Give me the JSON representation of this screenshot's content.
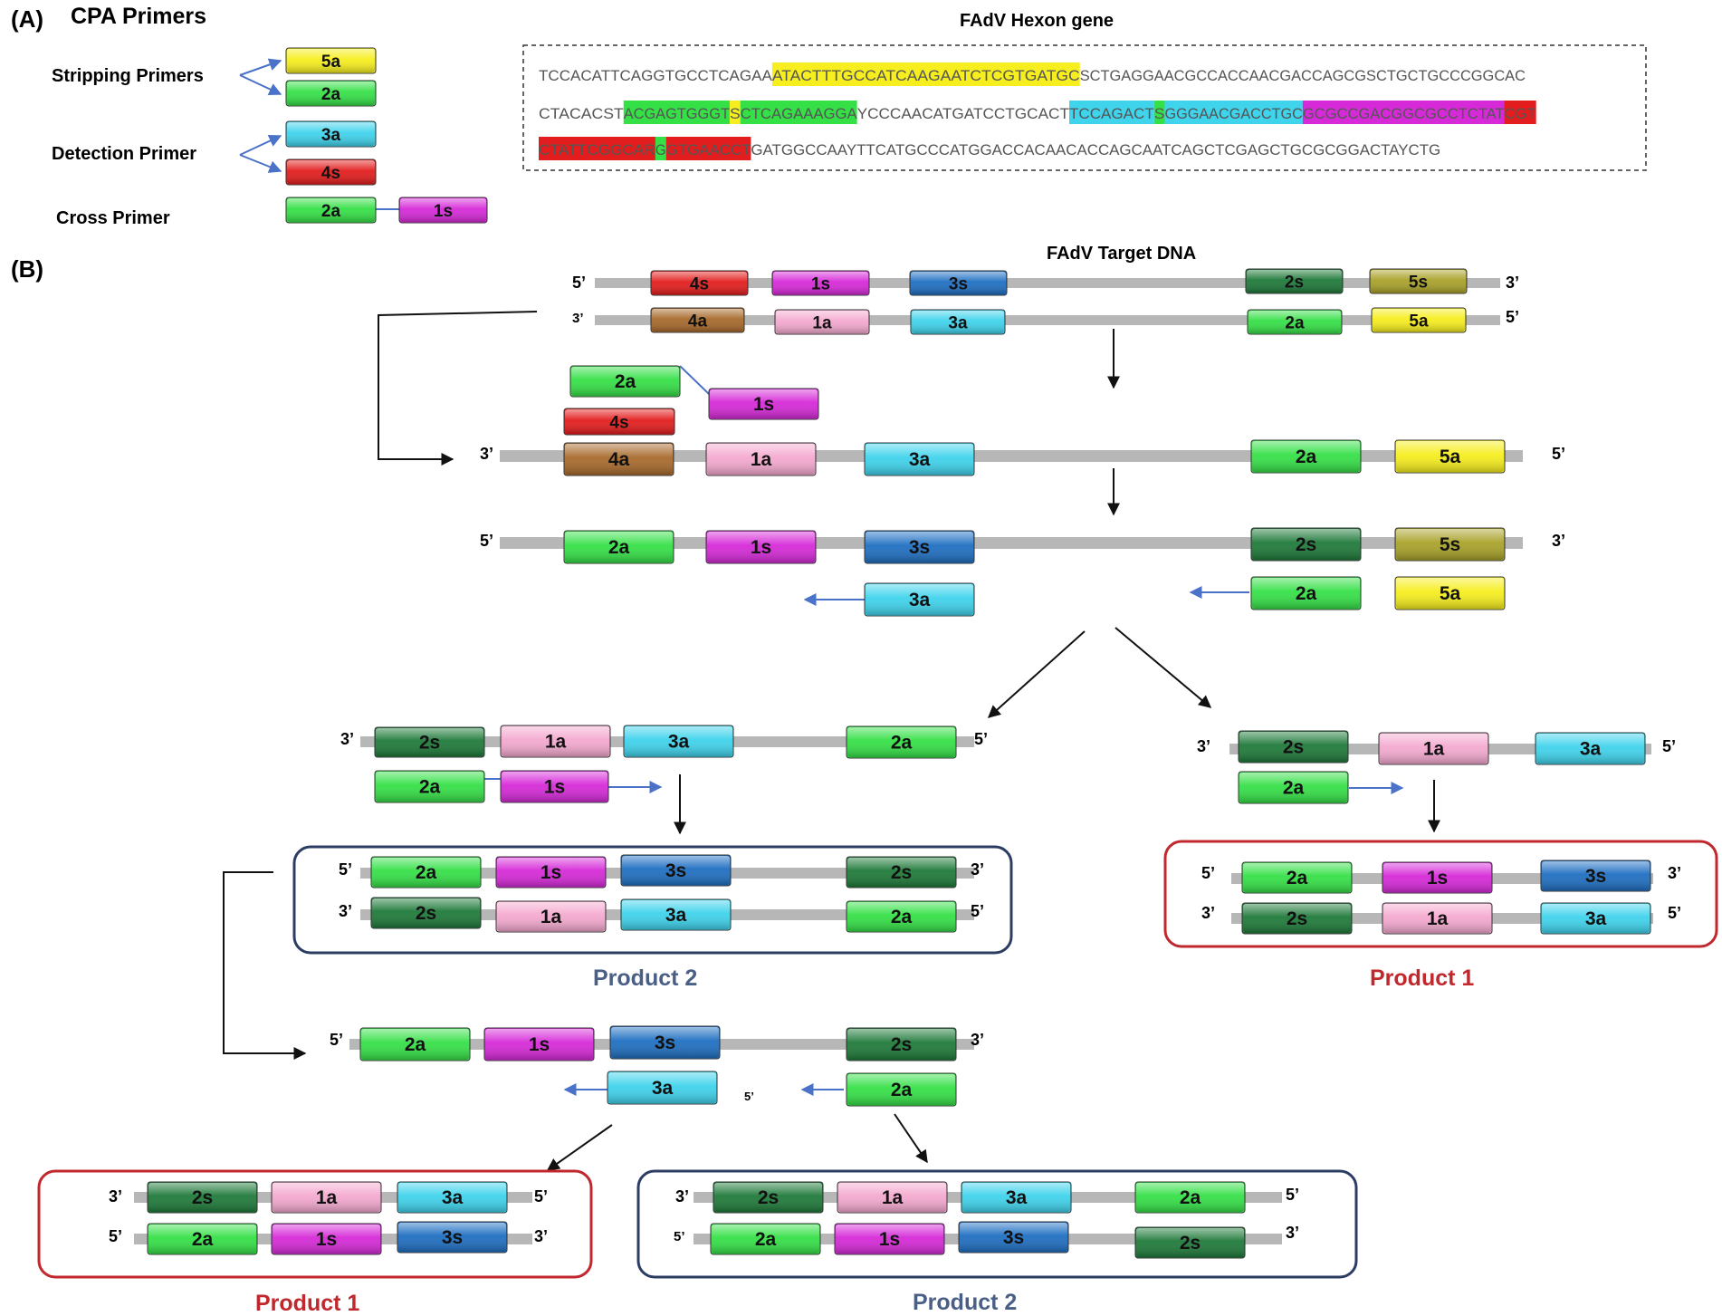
{
  "colors": {
    "5a": "#f6ee1e",
    "2a": "#35e047",
    "3a": "#3fd3ec",
    "4s": "#e31d1d",
    "1s": "#d62ad8",
    "1a": "#f4a9cf",
    "3s": "#1f6fc2",
    "2s": "#1f7a3a",
    "5s": "#a9a22a",
    "4a": "#a86a2c",
    "arrow_blue": "#4a72c9",
    "frame_red": "#c0282d",
    "frame_navy": "#2c3d63",
    "strand": "#b7b7b7"
  },
  "panel_a": {
    "label": "(A)",
    "title": "CPA Primers",
    "stripping_label": "Stripping Primers",
    "detection_label": "Detection Primer",
    "cross_label": "Cross Primer",
    "primer_5a": "5a",
    "primer_2a": "2a",
    "primer_3a": "3a",
    "primer_4s": "4s",
    "primer_1s": "1s"
  },
  "hexon": {
    "title": "FAdV  Hexon gene",
    "line1": [
      {
        "t": "TCCACATTCAGGTGCCTCAGAA",
        "bg": ""
      },
      {
        "t": "ATACTTTGCCATCAAGAATCTCGTGATGC",
        "bg": "#f6ee1e"
      },
      {
        "t": "SCTGAGGAACGCCACCAACGACCAGCGSCTGCTGCCCGGCAC",
        "bg": ""
      }
    ],
    "line2": [
      {
        "t": "CTACACST",
        "bg": ""
      },
      {
        "t": "ACGAGTGGGT",
        "bg": "#35e047"
      },
      {
        "t": "S",
        "bg": "#f6ee1e"
      },
      {
        "t": "CTCAGAAAGGA",
        "bg": "#35e047"
      },
      {
        "t": "YCCCAACATGATCCTGCACT",
        "bg": ""
      },
      {
        "t": "TCCAGACT",
        "bg": "#3fd3ec"
      },
      {
        "t": "S",
        "bg": "#35e047"
      },
      {
        "t": "GGGAACGACCTGC",
        "bg": "#3fd3ec"
      },
      {
        "t": "GCGCCGACGGCGCCTCTAT",
        "bg": "#d62ad8"
      },
      {
        "t": "CGT",
        "bg": "#e31d1d"
      }
    ],
    "line3": [
      {
        "t": "CTATTCGGCAR",
        "bg": "#e31d1d"
      },
      {
        "t": "G",
        "bg": "#35e047"
      },
      {
        "t": "GTGAACCT",
        "bg": "#e31d1d"
      },
      {
        "t": "GATGGCCAAYTTCATGCCCATGGACCACAACACCAGCAATCAGCTCGAGCTGCGCGGACTAYCTG",
        "bg": ""
      }
    ]
  },
  "panel_b": {
    "label": "(B)",
    "target_title": "FAdV Target DNA",
    "end5": "5’",
    "end3": "3’",
    "product1": "Product  1",
    "product2": "Product  2",
    "boxes": {
      "b4s": "4s",
      "b1s": "1s",
      "b3s": "3s",
      "b2s": "2s",
      "b5s": "5s",
      "b4a": "4a",
      "b1a": "1a",
      "b3a": "3a",
      "b2a": "2a",
      "b5a": "5a"
    }
  }
}
